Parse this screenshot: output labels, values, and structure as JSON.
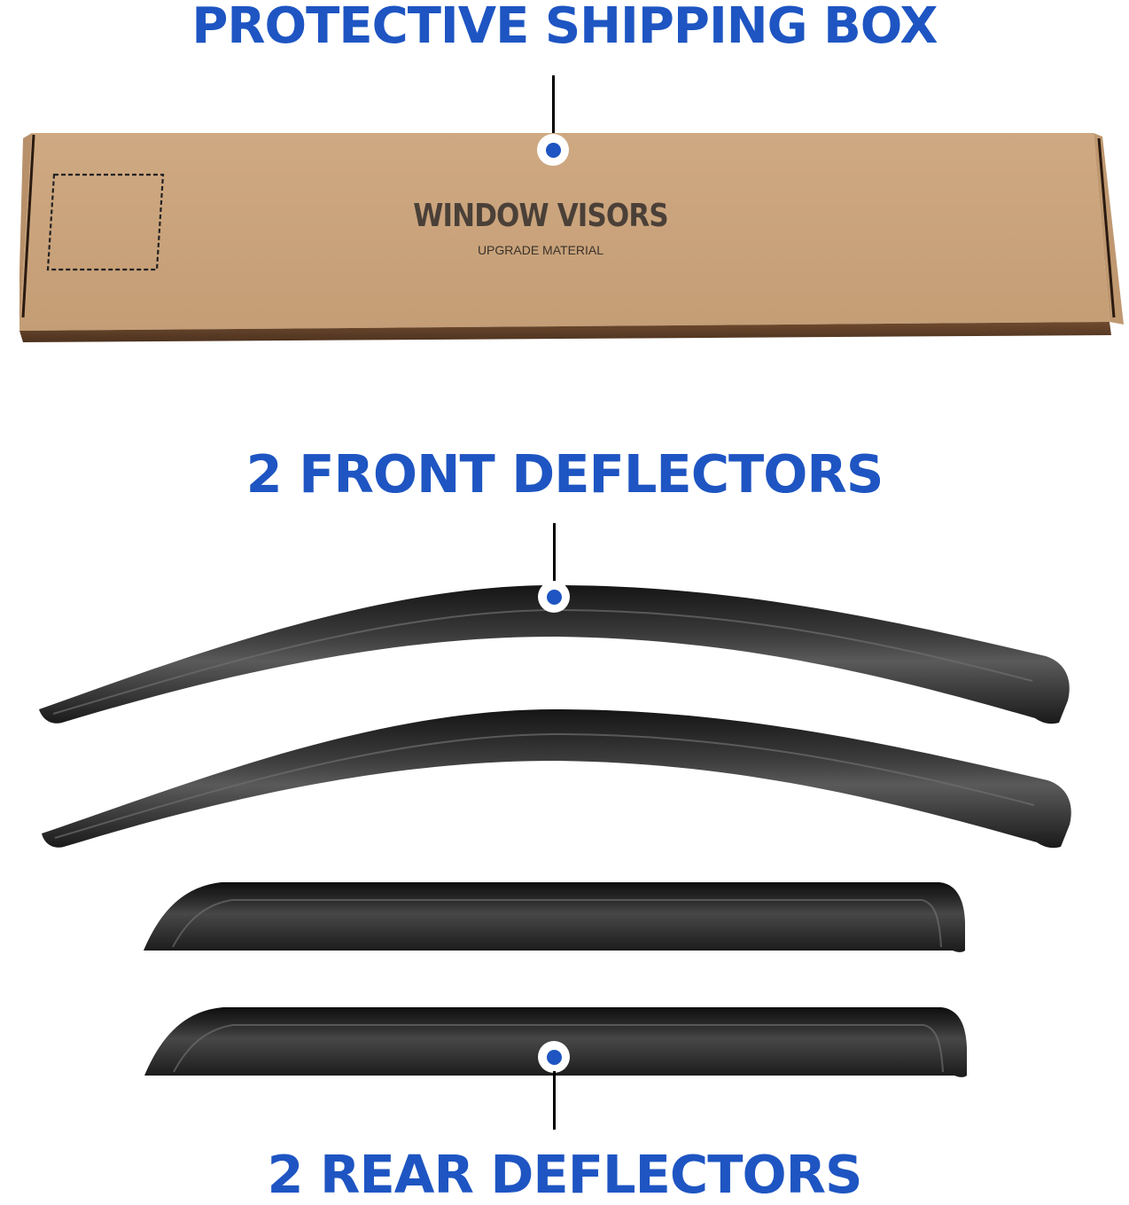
{
  "theme": {
    "accent": "#1e55c2",
    "box_color": "#c9a37c",
    "box_print": "#4a4038",
    "visor_color": "#1c1c1c"
  },
  "sections": {
    "box": {
      "heading": "PROTECTIVE SHIPPING BOX",
      "printed_title": "WINDOW VISORS",
      "printed_subtitle": "UPGRADE MATERIAL",
      "marker_icon": "callout-dot-icon"
    },
    "front": {
      "heading": "2 FRONT DEFLECTORS",
      "count": 2,
      "marker_icon": "callout-dot-icon"
    },
    "rear": {
      "heading": "2 REAR DEFLECTORS",
      "count": 2,
      "marker_icon": "callout-dot-icon"
    }
  }
}
